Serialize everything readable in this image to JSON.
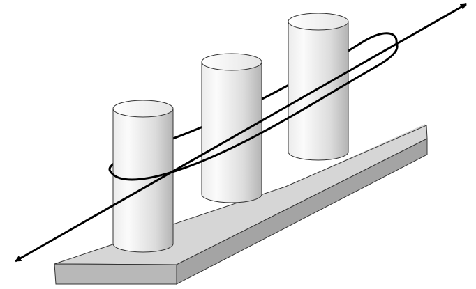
{
  "diagram": {
    "objects": [
      {
        "name": "base-plate",
        "count": 1
      },
      {
        "name": "cylinder",
        "count": 3
      },
      {
        "name": "elliptical-loop",
        "count": 1
      },
      {
        "name": "double-headed-arrow",
        "count": 1
      }
    ],
    "colors": {
      "plate_top": "#d8d8d8",
      "plate_front": "#b4b4b4",
      "plate_right": "#9e9e9e",
      "cylinder_light": "#fafafa",
      "cylinder_mid": "#e6e6e6",
      "cylinder_shadow": "#b6b6b6",
      "cylinder_top": "#f2f2f2",
      "outline": "#000000",
      "background": "#ffffff"
    }
  }
}
